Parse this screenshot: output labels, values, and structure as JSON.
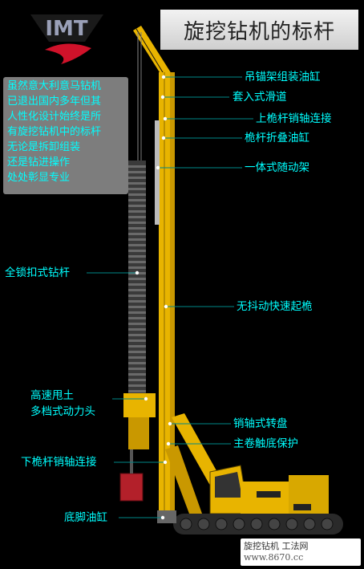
{
  "title": "旋挖钻机的标杆",
  "logo": {
    "text": "IMT",
    "icon": "imt-logo-icon",
    "colors": {
      "text": "#9aa0b8",
      "swoosh": "#d0122a"
    }
  },
  "intro_lines": [
    "虽然意大利意马钻机",
    "已退出国内多年但其",
    "人性化设计始终是所",
    "有旋挖钻机中的标杆",
    "无论是拆卸组装",
    "还是钻进操作",
    "处处彰显专业"
  ],
  "callouts": {
    "c1": "吊锚架组装油缸",
    "c2": "套入式滑道",
    "c3": "上桅杆销轴连接",
    "c4": "桅杆折叠油缸",
    "c5": "一体式随动架",
    "c6": "全锁扣式钻杆",
    "c7": "无抖动快速起桅",
    "c8a": "高速甩土",
    "c8b": "多档式动力头",
    "c9": "销轴式转盘",
    "c10": "主卷触底保护",
    "c11": "下桅杆销轴连接",
    "c12": "底脚油缸"
  },
  "watermark": {
    "line1": "旋挖钻机 工法网",
    "line2": "www.8670.cc"
  },
  "colors": {
    "background": "#000000",
    "callout": "#00ffff",
    "machine_yellow": "#e8b400",
    "bucket_red": "#b3202a",
    "intro_box": "#7d7d7d"
  }
}
